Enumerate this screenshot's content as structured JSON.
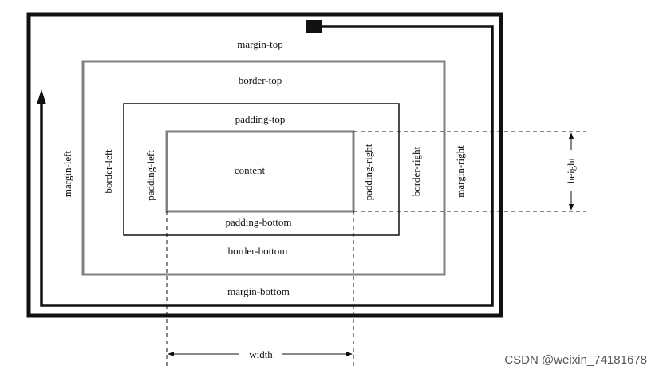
{
  "labels": {
    "margin_top": "margin-top",
    "margin_bottom": "margin-bottom",
    "margin_left": "margin-left",
    "margin_right": "margin-right",
    "border_top": "border-top",
    "border_bottom": "border-bottom",
    "border_left": "border-left",
    "border_right": "border-right",
    "padding_top": "padding-top",
    "padding_bottom": "padding-bottom",
    "padding_left": "padding-left",
    "padding_right": "padding-right",
    "content": "content",
    "width": "width",
    "height": "height"
  },
  "watermark": "CSDN @weixin_74181678",
  "colors": {
    "ink": "#111111",
    "border_gray": "#808080",
    "watermark": "#555555"
  }
}
